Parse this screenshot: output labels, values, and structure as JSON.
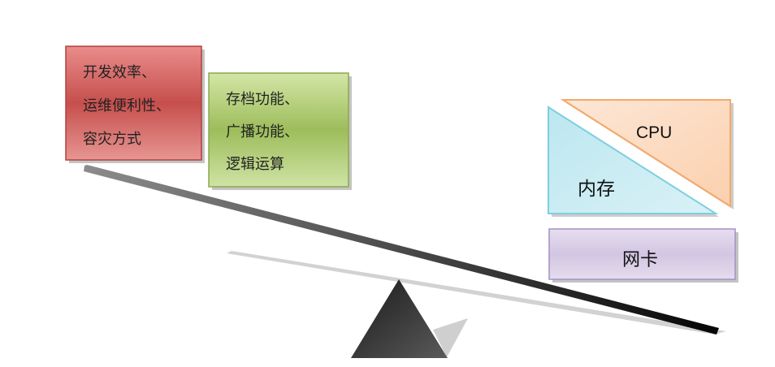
{
  "left_group": {
    "red_box": {
      "lines": [
        "开发效率、",
        "运维便利性、",
        "容灾方式"
      ],
      "color": "#c0504d"
    },
    "green_box": {
      "lines": [
        "存档功能、",
        "广播功能、",
        "逻辑运算"
      ],
      "color": "#9bbb59"
    }
  },
  "right_group": {
    "cpu_label": "CPU",
    "memory_label": "内存",
    "nic_label": "网卡",
    "colors": {
      "cpu": "#f79646",
      "memory": "#4bacc6",
      "nic": "#8064a2"
    }
  }
}
